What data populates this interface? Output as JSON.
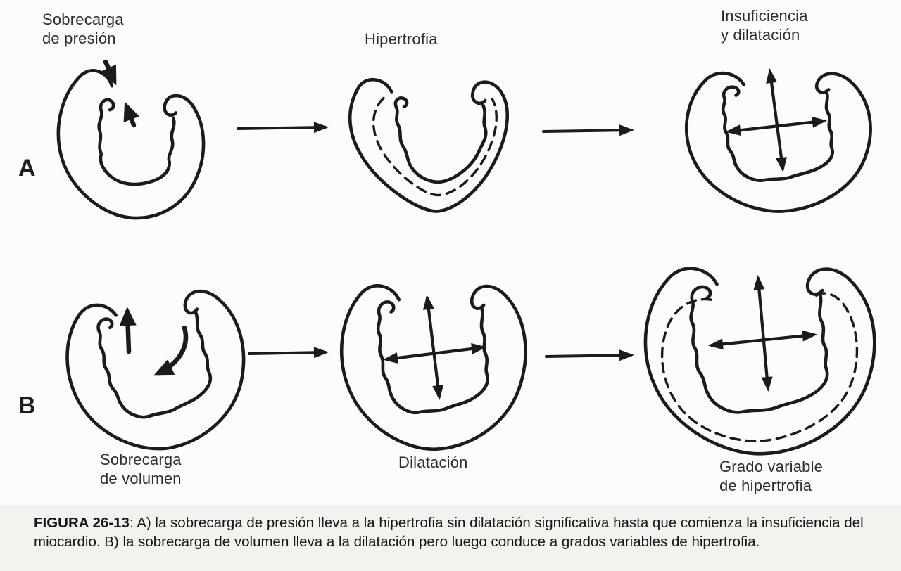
{
  "figure": {
    "colors": {
      "ink": "#1b1b1b",
      "background": "#fcfcfa",
      "caption_background": "#f3f2ee"
    },
    "row_a": {
      "letter": "A",
      "stages": [
        {
          "label_line1": "Sobrecarga",
          "label_line2": "de presión"
        },
        {
          "label_line1": "Hipertrofia",
          "label_line2": ""
        },
        {
          "label_line1": "Insuficiencia",
          "label_line2": "y dilatación"
        }
      ]
    },
    "row_b": {
      "letter": "B",
      "stages": [
        {
          "label_line1": "Sobrecarga",
          "label_line2": "de volumen"
        },
        {
          "label_line1": "Dilatación",
          "label_line2": ""
        },
        {
          "label_line1": "Grado variable",
          "label_line2": "de hipertrofia"
        }
      ]
    },
    "caption": {
      "figure_label": "FIGURA 26-13",
      "text": ": A) la sobrecarga de presión lleva a la hipertrofia sin dilatación significativa hasta que comienza la insuficiencia del miocardio. B) la sobrecarga de volumen lleva a la dilatación pero luego conduce a grados variables de hipertrofia."
    }
  }
}
